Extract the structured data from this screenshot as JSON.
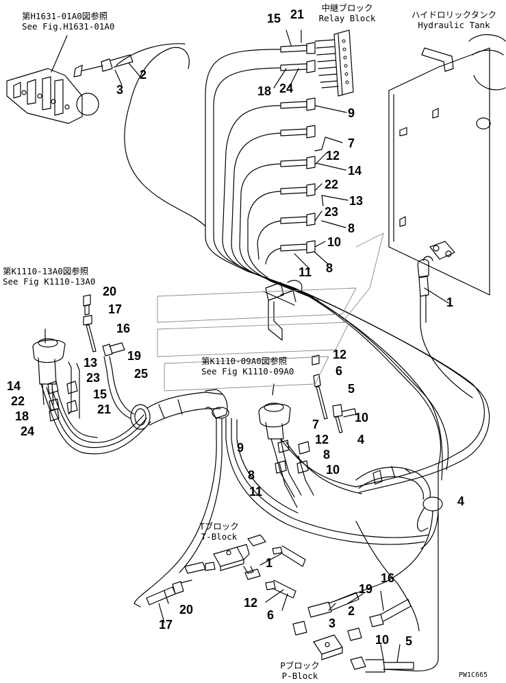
{
  "references": {
    "fig_h1631": {
      "jp": "第H1631-01A0図参照",
      "en": "See Fig.H1631-01A0"
    },
    "fig_k1110_13": {
      "jp": "第K1110-13A0図参照",
      "en": "See Fig K1110-13A0"
    },
    "fig_k1110_09": {
      "jp": "第K1110-09A0図参照",
      "en": "See Fig K1110-09A0"
    }
  },
  "blocks": {
    "relay": {
      "jp": "中継ブロック",
      "en": "Relay Block"
    },
    "hydraulic_tank": {
      "jp": "ハイドロリックタンク",
      "en": "Hydraulic Tank"
    },
    "t_block": {
      "jp": "Tブロック",
      "en": "T-Block"
    },
    "p_block": {
      "jp": "Pブロック",
      "en": "P-Block"
    }
  },
  "drawing_code": "PW1C665",
  "part_numbers": {
    "relay_15": "15",
    "relay_21": "21",
    "relay_2": "2",
    "relay_3": "3",
    "relay_18": "18",
    "relay_24": "24",
    "relay_9": "9",
    "relay_7": "7",
    "relay_12": "12",
    "relay_14": "14",
    "relay_22": "22",
    "relay_13": "13",
    "relay_23": "23",
    "relay_8a": "8",
    "relay_10": "10",
    "relay_11": "11",
    "relay_8b": "8",
    "tank_1": "1",
    "left_20": "20",
    "left_17": "17",
    "left_16": "16",
    "left_19": "19",
    "left_13": "13",
    "left_23": "23",
    "left_25": "25",
    "left_14": "14",
    "left_15": "15",
    "left_22": "22",
    "left_21": "21",
    "left_18": "18",
    "left_24": "24",
    "mid_12": "12",
    "mid_6": "6",
    "mid_5": "5",
    "mid_10": "10",
    "mid_7": "7",
    "mid_12b": "12",
    "mid_9": "9",
    "mid_8": "8",
    "mid_10b": "10",
    "mid_8b": "8",
    "mid_11": "11",
    "mid_4a": "4",
    "mid_4b": "4",
    "bot_1": "1",
    "bot_20": "20",
    "bot_17": "17",
    "bot_12": "12",
    "bot_6": "6",
    "bot_16": "16",
    "bot_19": "19",
    "bot_2": "2",
    "bot_3": "3",
    "bot_10": "10",
    "bot_5": "5"
  }
}
